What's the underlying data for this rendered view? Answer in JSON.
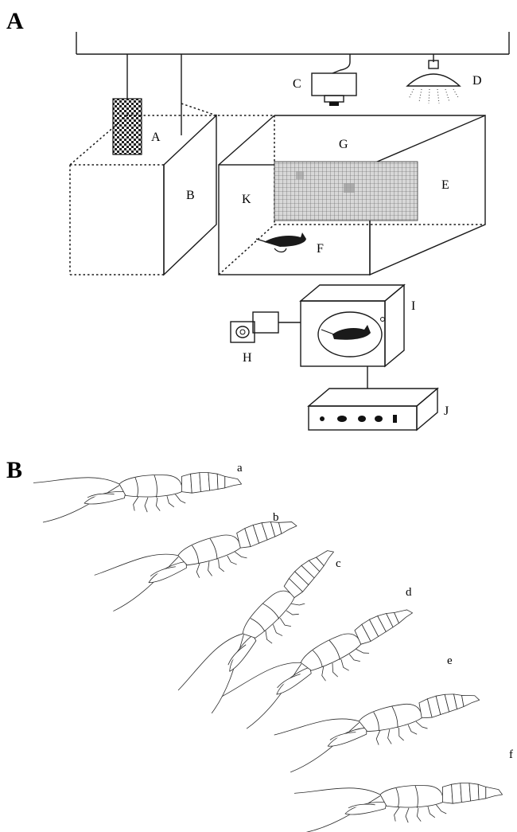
{
  "panel_a": {
    "letter": "A",
    "labels": {
      "A": "A",
      "B": "B",
      "C": "C",
      "D": "D",
      "E": "E",
      "F": "F",
      "G": "G",
      "H": "H",
      "I": "I",
      "J": "J",
      "K": "K"
    }
  },
  "panel_b": {
    "letter": "B",
    "sub_labels": [
      "a",
      "b",
      "c",
      "d",
      "e",
      "f"
    ]
  }
}
